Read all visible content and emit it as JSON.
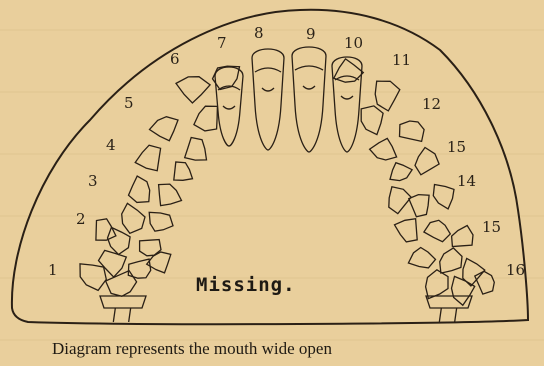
{
  "diagram": {
    "tooth_numbers": {
      "upper_left": [
        "1",
        "2",
        "3",
        "4",
        "5",
        "6",
        "7",
        "8"
      ],
      "upper_right": [
        "9",
        "10",
        "11",
        "12",
        "15",
        "14",
        "15",
        "16"
      ]
    },
    "center_label": "Missing.",
    "caption": "Diagram represents the mouth wide open"
  }
}
